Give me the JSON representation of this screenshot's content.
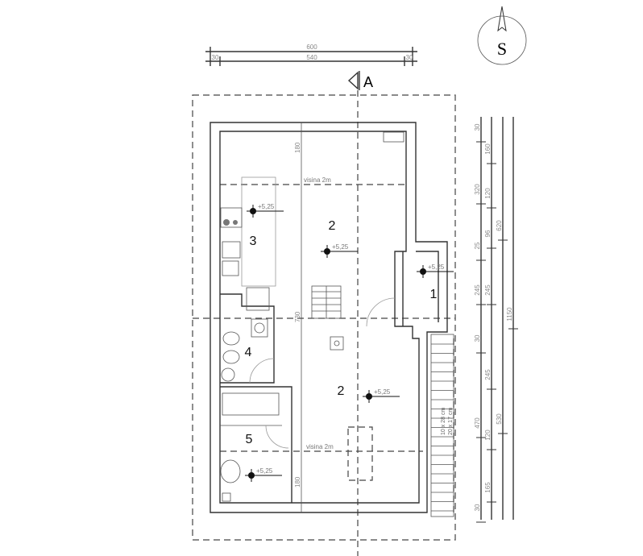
{
  "plan": {
    "compass_label": "S",
    "section_marker": "A",
    "rooms": [
      "1",
      "2",
      "3",
      "4",
      "5",
      "2"
    ],
    "elevation": "+5,25",
    "height_note": "visina  2m",
    "top_dims": {
      "overall": "600",
      "inner": "540",
      "left": "30",
      "right": "30"
    },
    "inner_dims": {
      "upper": "180",
      "middle": "730",
      "lower": "180"
    },
    "right_dims": {
      "col1": [
        "30",
        "320",
        "25",
        "245",
        "30",
        "470",
        "30"
      ],
      "col2": [
        "160",
        "120",
        "96",
        "245",
        "245",
        "120",
        "165"
      ],
      "col3": [
        "620",
        "530"
      ],
      "col4": [
        "1150"
      ]
    },
    "stair_labels": [
      "10 x 28 cm",
      "20 x 17 cm"
    ]
  }
}
